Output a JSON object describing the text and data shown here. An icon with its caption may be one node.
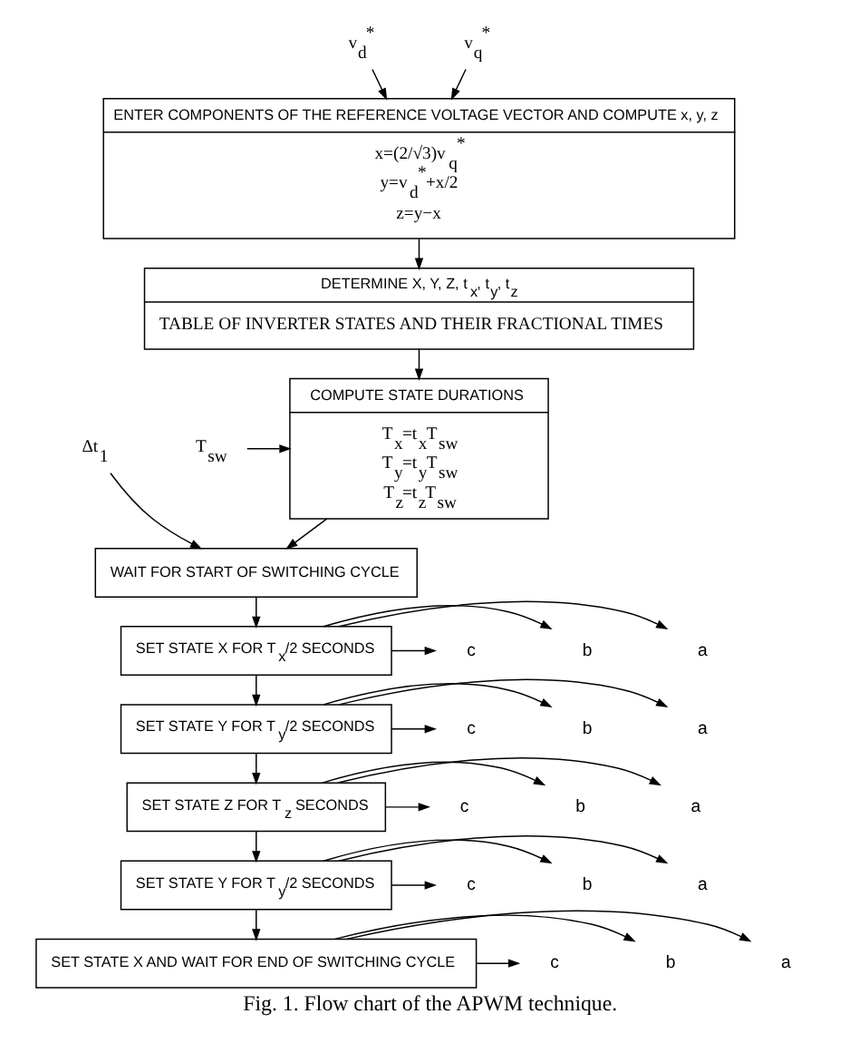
{
  "diagram": {
    "caption": "Fig. 1. Flow chart of the APWM technique.",
    "nodes": [
      {
        "text": [
          "v$_{d}$$^{*}$"
        ]
      },
      {
        "text": [
          "v$_{q}$$^{*}$"
        ]
      },
      {
        "text": [
          "ENTER COMPONENTS OF THE REFERENCE VOLTAGE VECTOR AND COMPUTE x, y, z",
          "x=(2/√3)v$_{q}$$^{*}$",
          "y=v$_{d}$$^{*}$+x/2",
          "z=y−x"
        ]
      },
      {
        "text": [
          "DETERMINE X, Y, Z, t$_{x}$, t$_{y}$, t$_{z}$",
          "TABLE OF INVERTER STATES AND THEIR FRACTIONAL TIMES"
        ]
      },
      {
        "text": [
          "COMPUTE STATE DURATIONS",
          "T$_{x}$=t$_{x}$T$_{sw}$",
          "T$_{y}$=t$_{y}$T$_{sw}$",
          "T$_{z}$=t$_{z}$T$_{sw}$"
        ]
      },
      {
        "text": [
          "T$_{sw}$"
        ]
      },
      {
        "text": [
          "WAIT FOR START OF SWITCHING CYCLE"
        ]
      },
      {
        "text": [
          "Δt$_{1}$"
        ]
      },
      {
        "text": [
          "SET STATE X FOR T$_{x}$/2 SECONDS"
        ]
      },
      {
        "text": [
          "SET STATE Y FOR T$_{y}$/2 SECONDS"
        ]
      },
      {
        "text": [
          "SET STATE Z FOR T$_{z}$ SECONDS"
        ]
      },
      {
        "text": [
          "SET STATE Y FOR T$_{y}$/2 SECONDS"
        ]
      },
      {
        "text": [
          "SET STATE X AND WAIT FOR END OF SWITCHING CYCLE"
        ]
      },
      {
        "text": [
          "a"
        ]
      },
      {
        "text": [
          "b"
        ]
      },
      {
        "text": [
          "c"
        ]
      },
      {
        "text": [
          "a"
        ]
      },
      {
        "text": [
          "b"
        ]
      },
      {
        "text": [
          "c"
        ]
      },
      {
        "text": [
          "a"
        ]
      },
      {
        "text": [
          "b"
        ]
      },
      {
        "text": [
          "c"
        ]
      },
      {
        "text": [
          "a"
        ]
      },
      {
        "text": [
          "b"
        ]
      },
      {
        "text": [
          "c"
        ]
      },
      {
        "text": [
          "a"
        ]
      },
      {
        "text": [
          "b"
        ]
      },
      {
        "text": [
          "c"
        ]
      }
    ],
    "edges": [
      {
        "from": 0,
        "to": 2,
        "arrow": "to"
      },
      {
        "from": 1,
        "to": 2,
        "arrow": "to"
      },
      {
        "from": 2,
        "to": 3,
        "arrow": "to"
      },
      {
        "from": 3,
        "to": 4,
        "arrow": "to"
      },
      {
        "from": 5,
        "to": 4,
        "arrow": "to"
      },
      {
        "from": 4,
        "to": 6,
        "arrow": "to"
      },
      {
        "from": 7,
        "to": 6,
        "arrow": "to"
      },
      {
        "from": 6,
        "to": 8,
        "arrow": "to"
      },
      {
        "from": 8,
        "to": 9,
        "arrow": "to"
      },
      {
        "from": 9,
        "to": 10,
        "arrow": "to"
      },
      {
        "from": 10,
        "to": 11,
        "arrow": "to"
      },
      {
        "from": 11,
        "to": 12,
        "arrow": "to"
      },
      {
        "from": 8,
        "to": 13,
        "arrow": "to"
      },
      {
        "from": 8,
        "to": 14,
        "arrow": "to"
      },
      {
        "from": 8,
        "to": 15,
        "arrow": "to"
      },
      {
        "from": 9,
        "to": 16,
        "arrow": "to"
      },
      {
        "from": 9,
        "to": 17,
        "arrow": "to"
      },
      {
        "from": 9,
        "to": 18,
        "arrow": "to"
      },
      {
        "from": 10,
        "to": 19,
        "arrow": "to"
      },
      {
        "from": 10,
        "to": 20,
        "arrow": "to"
      },
      {
        "from": 10,
        "to": 21,
        "arrow": "to"
      },
      {
        "from": 11,
        "to": 22,
        "arrow": "to"
      },
      {
        "from": 11,
        "to": 23,
        "arrow": "to"
      },
      {
        "from": 11,
        "to": 24,
        "arrow": "to"
      },
      {
        "from": 12,
        "to": 25,
        "arrow": "to"
      },
      {
        "from": 12,
        "to": 26,
        "arrow": "to"
      },
      {
        "from": 12,
        "to": 27,
        "arrow": "to"
      }
    ]
  }
}
